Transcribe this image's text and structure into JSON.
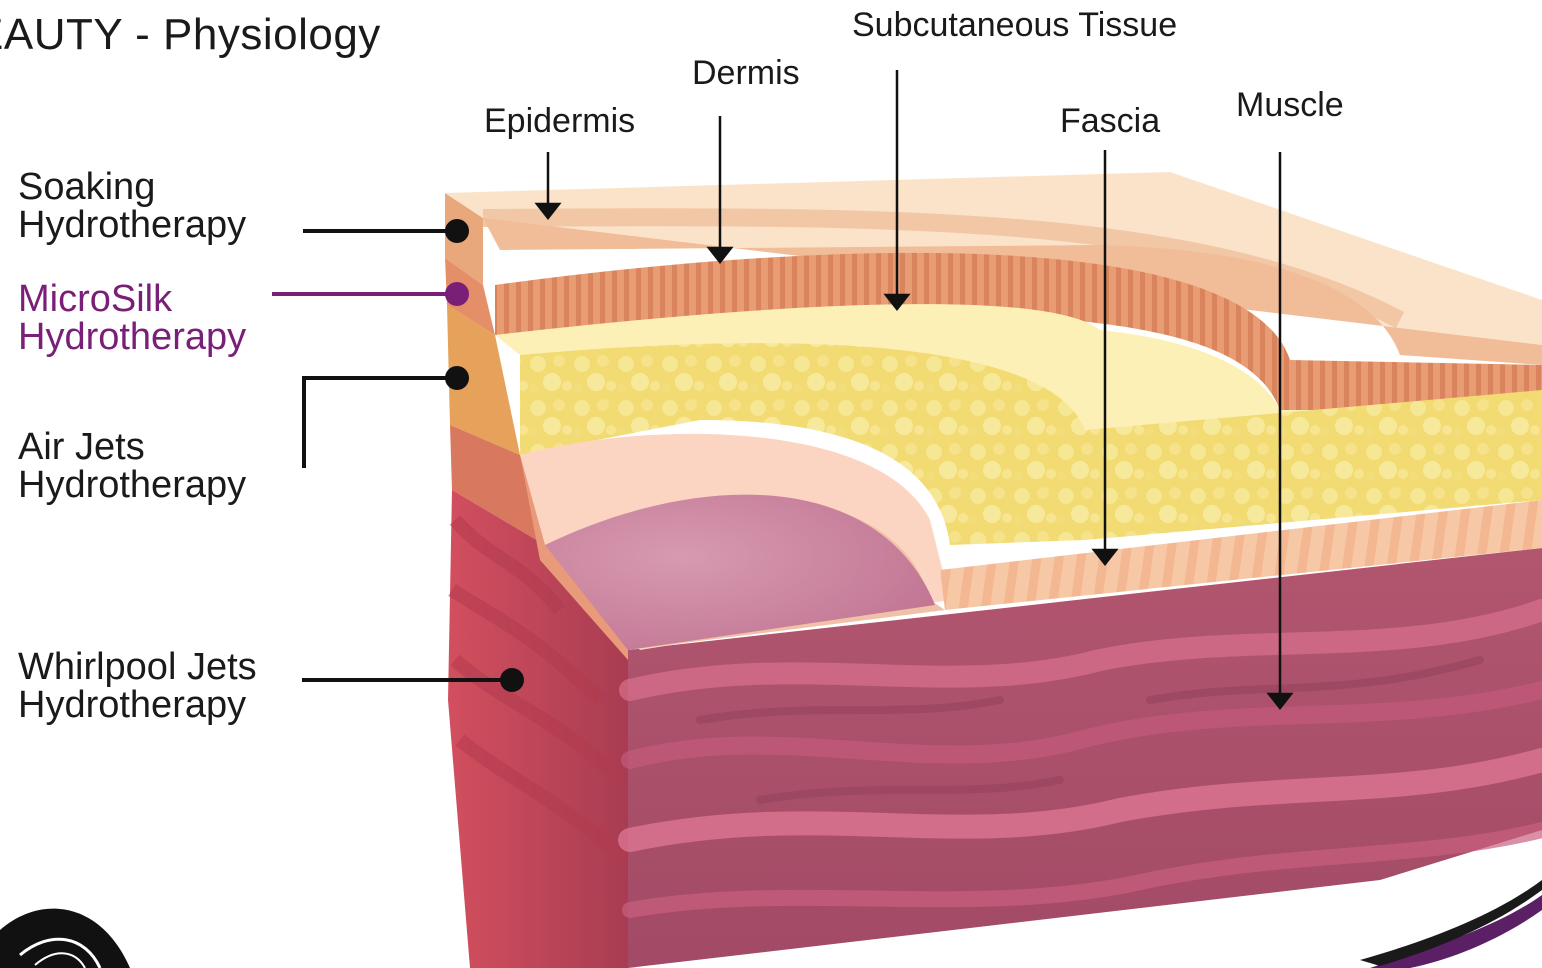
{
  "title": "EAUTY - Physiology",
  "layers": {
    "epidermis": "Epidermis",
    "dermis": "Dermis",
    "subcutaneous": "Subcutaneous Tissue",
    "fascia": "Fascia",
    "muscle": "Muscle"
  },
  "therapies": [
    {
      "line1": "Soaking",
      "line2": "Hydrotherapy"
    },
    {
      "line1": "MicroSilk",
      "line2": "Hydrotherapy"
    },
    {
      "line1": "Air Jets",
      "line2": "Hydrotherapy"
    },
    {
      "line1": "Whirlpool Jets",
      "line2": "Hydrotherapy"
    }
  ],
  "colors": {
    "accent": "#7a1f78",
    "epidermis": "#f6d2b3",
    "dermis": "#e8a987",
    "subcutaneous": "#f4de7e",
    "fascia": "#f7cbb0",
    "muscle": "#b8607a"
  }
}
